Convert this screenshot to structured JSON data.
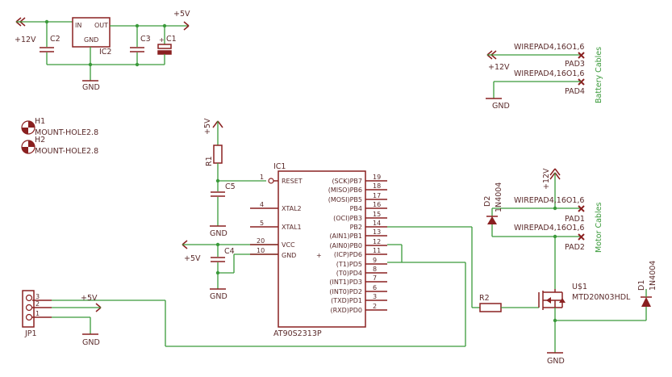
{
  "nets": {
    "p12v_top": "+12V",
    "p5v_top": "+5V",
    "p12v_batt": "+12V",
    "gnd_reg": "GND",
    "gnd_batt": "GND",
    "p5v_r1": "+5V",
    "gnd_c5": "GND",
    "p5v_vcc": "+5V",
    "gnd_c4": "GND",
    "p5v_jp1": "+5V",
    "gnd_jp1": "GND",
    "p12v_motor": "+12V",
    "gnd_mosfet": "GND"
  },
  "parts": {
    "ic2": {
      "name": "IC2",
      "in": "IN",
      "out": "OUT",
      "gnd": "GND"
    },
    "c1": "C1",
    "c2": "C2",
    "c3": "C3",
    "c4": "C4",
    "c5": "C5",
    "h1": "H1",
    "h2": "H2",
    "mount": "MOUNT-HOLE2.8",
    "r1": "R1",
    "r2": "R2",
    "ic1": "IC1",
    "ic1_value": "AT90S2313P",
    "jp1": "JP1",
    "d1": "D1",
    "d2": "D2",
    "diode_value": "1N4004",
    "u1": "U$1",
    "u1_value": "MTD20N03HDL",
    "wirepad": "WIREPAD4,16O1,6",
    "pad1": "PAD1",
    "pad2": "PAD2",
    "pad3": "PAD3",
    "pad4": "PAD4",
    "battery_cables": "Battery Cables",
    "motor_cables": "Motor Cables"
  },
  "ic1_left_pins": [
    {
      "num": "1",
      "name": "RESET"
    },
    {
      "num": "4",
      "name": "XTAL2"
    },
    {
      "num": "5",
      "name": "XTAL1"
    },
    {
      "num": "20",
      "name": "VCC"
    },
    {
      "num": "10",
      "name": "GND"
    }
  ],
  "ic1_right_pins": [
    {
      "num": "19",
      "name": "(SCK)PB7"
    },
    {
      "num": "18",
      "name": "(MISO)PB6"
    },
    {
      "num": "17",
      "name": "(MOSI)PB5"
    },
    {
      "num": "16",
      "name": "PB4"
    },
    {
      "num": "15",
      "name": "(OCI)PB3"
    },
    {
      "num": "14",
      "name": "PB2"
    },
    {
      "num": "13",
      "name": "(AIN1)PB1"
    },
    {
      "num": "12",
      "name": "(AIN0)PB0"
    },
    {
      "num": "11",
      "name": "(ICP)PD6"
    },
    {
      "num": "9",
      "name": "(T1)PD5"
    },
    {
      "num": "8",
      "name": "(T0)PD4"
    },
    {
      "num": "7",
      "name": "(INT1)PD3"
    },
    {
      "num": "6",
      "name": "(INT0)PD2"
    },
    {
      "num": "3",
      "name": "(TXD)PD1"
    },
    {
      "num": "2",
      "name": "(RXD)PD0"
    }
  ],
  "jp1_pins": [
    "3",
    "2",
    "1"
  ],
  "colors": {
    "wire": "#3a9a3a",
    "component": "#8a2020",
    "text": "#5a2a2a"
  }
}
